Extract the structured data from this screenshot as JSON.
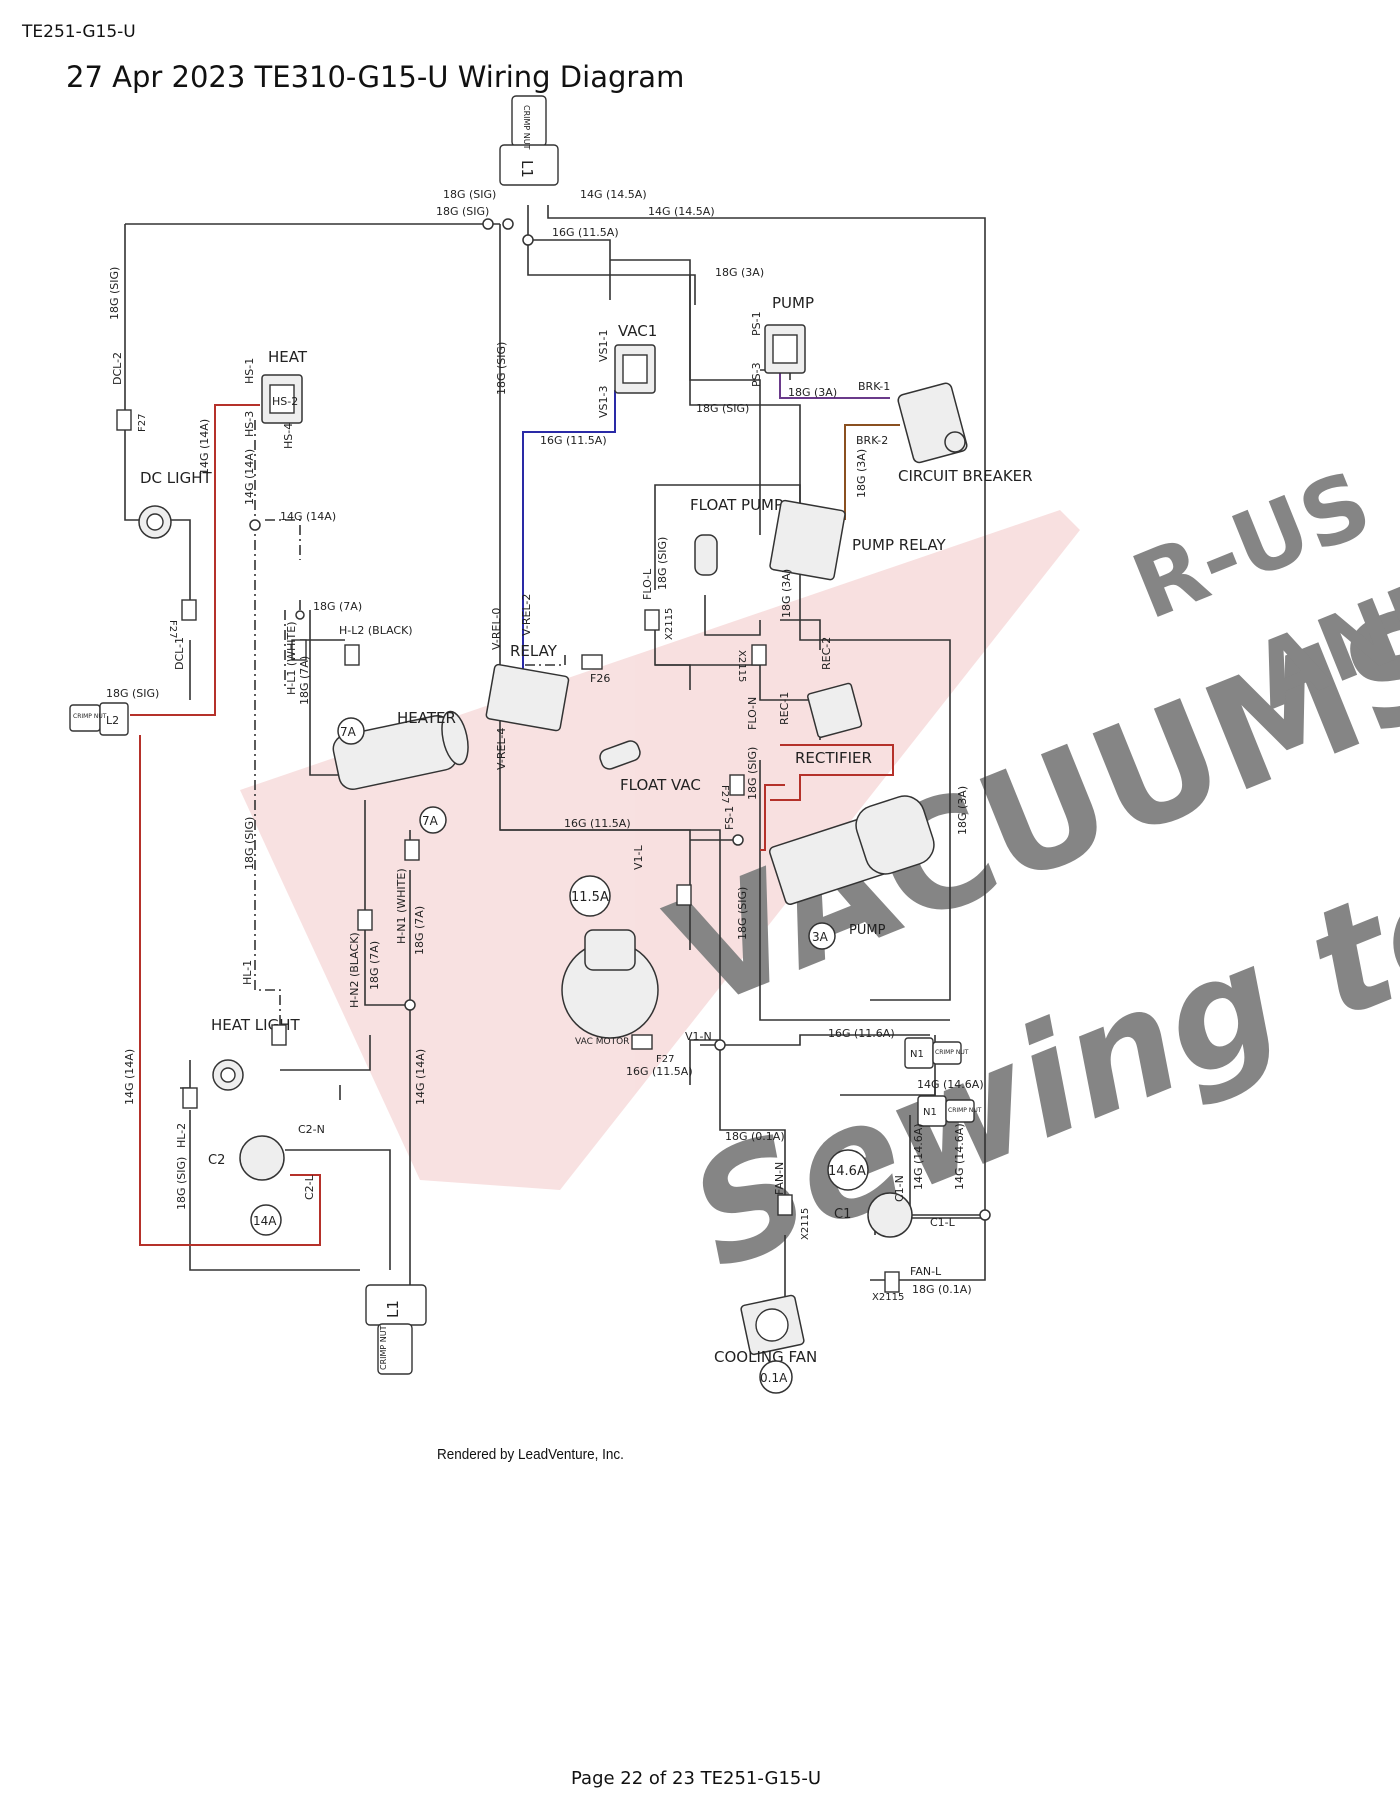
{
  "header": {
    "doc_code": "TE251-G15-U",
    "title": "27 Apr 2023 TE310-G15-U Wiring Diagram"
  },
  "footer": {
    "credit": "Rendered by LeadVenture, Inc.",
    "page": "Page 22 of 23 TE251-G15-U"
  },
  "watermark": {
    "line1": "VACUUMS",
    "line2": "R-US",
    "line3": "AND",
    "line4": "Sewing too",
    "colors": {
      "red": "#e8a8a8",
      "gray": "#c8c8c8",
      "blue": "#c8c8e0"
    }
  },
  "components": {
    "crimp_nut": "CRIMP NUT",
    "crimp_nut_small": "CRIMP NUT",
    "l1": "L1",
    "l2": "L2",
    "n1": "N1",
    "heat": "HEAT",
    "dc_light": "DC LIGHT",
    "vac1": "VAC1",
    "pump_switch": "PUMP",
    "circuit_breaker": "CIRCUIT BREAKER",
    "float_pump": "FLOAT PUMP",
    "pump_relay": "PUMP RELAY",
    "relay": "RELAY",
    "heater": "HEATER",
    "float_vac": "FLOAT VAC",
    "rectifier": "RECTIFIER",
    "pump_motor": "PUMP",
    "vac_motor": "VAC MOTOR 1",
    "heat_light": "HEAT LIGHT",
    "cooling_fan": "COOLING FAN",
    "c1": "C1",
    "c2": "C2",
    "f26": "F26"
  },
  "amps": {
    "heater": "7A",
    "heater2": "7A",
    "vac": "11.5A",
    "pump": "3A",
    "c2": "14A",
    "c1": "14.6A",
    "fan": "0.1A"
  },
  "wires": {
    "w18sig": "18G (SIG)",
    "w14_145": "14G (14.5A)",
    "w16_115": "16G (11.5A)",
    "w18_3": "18G (3A)",
    "w14_14": "14G (14A)",
    "w18_7": "18G (7A)",
    "w16_116": "16G (11.6A)",
    "w14_146": "14G (14.6A)",
    "w18_01": "18G (0.1A)"
  },
  "terminals": {
    "dcl2": "DCL-2",
    "dcl1": "DCL-1",
    "f27": "F27",
    "hs1": "HS-1",
    "hs2": "HS-2",
    "hs3": "HS-3",
    "hs4": "HS-4",
    "vs11": "VS1-1",
    "vs13": "VS1-3",
    "ps1": "PS-1",
    "ps3": "PS-3",
    "brk1": "BRK-1",
    "brk2": "BRK-2",
    "hl1w": "H-L1 (WHITE)",
    "hl2b": "H-L2 (BLACK)",
    "hn1w": "H-N1 (WHITE)",
    "hn2b": "H-N2 (BLACK)",
    "vrel0": "V-REL-0",
    "vrel2": "V-REL-2",
    "vrel4": "V-REL-4",
    "flol": "FLO-L",
    "flon": "FLO-N",
    "x2115": "X2115",
    "rec1": "REC-1",
    "rec2": "REC-2",
    "fs1": "FS-1",
    "v1l": "V1-L",
    "v1n": "V1-N",
    "hl1": "HL-1",
    "hl2": "HL-2",
    "c2n": "C2-N",
    "c2l": "C2-L",
    "c1n": "C1-N",
    "c1l": "C1-L",
    "fann": "FAN-N",
    "fanl": "FAN-L"
  }
}
